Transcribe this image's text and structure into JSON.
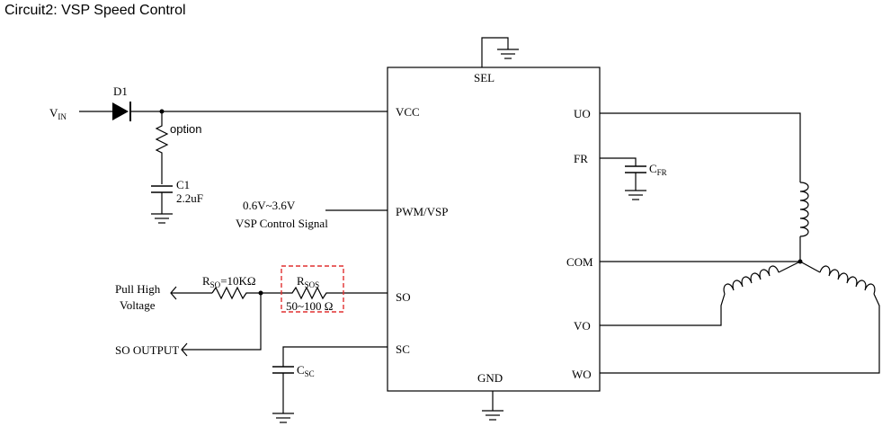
{
  "title": "Circuit2: VSP Speed Control",
  "ic": {
    "pins": {
      "sel": "SEL",
      "vcc": "VCC",
      "pwm": "PWM/VSP",
      "so": "SO",
      "sc": "SC",
      "gnd": "GND",
      "uo": "UO",
      "fr": "FR",
      "com": "COM",
      "vo": "VO",
      "wo": "WO"
    }
  },
  "labels": {
    "vin_main": "V",
    "vin_sub": "IN",
    "d1": "D1",
    "option": "option",
    "c1": "C1",
    "c1_value": "2.2uF",
    "vsp_range": "0.6V~3.6V",
    "vsp_signal": "VSP  Control Signal",
    "pull_high_1": "Pull High",
    "pull_high_2": "Voltage",
    "rso_main": "R",
    "rso_sub": "SO",
    "rso_value": "=10KΩ",
    "rsos_main": "R",
    "rsos_sub": "SOS",
    "rsos_value": "50~100  Ω",
    "so_output": "SO OUTPUT",
    "csc_main": "C",
    "csc_sub": "SC",
    "cfr_main": "C",
    "cfr_sub": "FR"
  },
  "colors": {
    "wire": "#000000",
    "highlight_box": "#e03030"
  }
}
